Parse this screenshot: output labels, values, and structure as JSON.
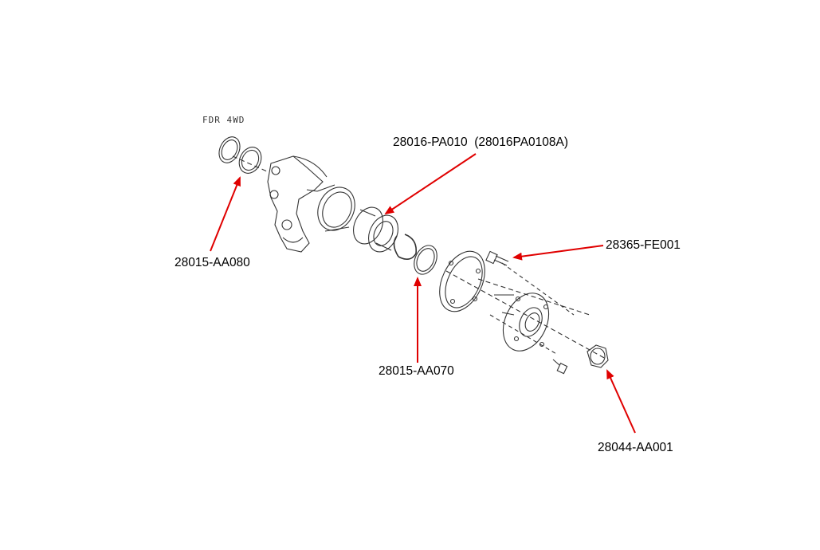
{
  "diagram": {
    "caption": "FDR 4WD",
    "arrow_color": "#e00000",
    "line_color": "#333333",
    "callouts": [
      {
        "id": "knuckle_seal",
        "part_number": "28015-AA080"
      },
      {
        "id": "bearing",
        "part_number": "28016-PA010  (28016PA0108A)"
      },
      {
        "id": "hub_seal",
        "part_number": "28015-AA070"
      },
      {
        "id": "hub_bolt",
        "part_number": "28365-FE001"
      },
      {
        "id": "axle_nut",
        "part_number": "28044-AA001"
      }
    ]
  }
}
